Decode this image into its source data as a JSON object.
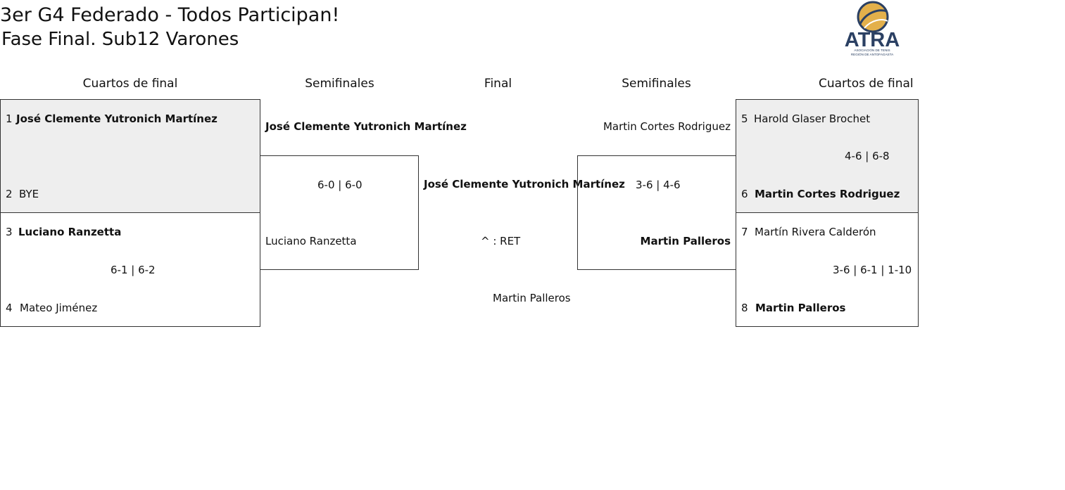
{
  "header": {
    "title": "3er G4 Federado - Todos Participan!",
    "subtitle": "Fase Final. Sub12 Varones"
  },
  "logo": {
    "text": "ATRA",
    "line1": "ASOCIACIÓN DE TENIS",
    "line2": "REGIÓN DE ANTOFAGASTA",
    "colors": {
      "navy": "#2b4063",
      "ball": "#e3b04b"
    }
  },
  "rounds": {
    "qf_left": "Cuartos de final",
    "sf_left": "Semifinales",
    "final": "Final",
    "sf_right": "Semifinales",
    "qf_right": "Cuartos de final"
  },
  "qf_left": {
    "m1": {
      "p1_seed": "1",
      "p1": "José Clemente Yutronich Martínez",
      "p2_seed": "2",
      "p2": "BYE",
      "score": ""
    },
    "m2": {
      "p1_seed": "3",
      "p1": "Luciano Ranzetta",
      "p2_seed": "4",
      "p2": "Mateo Jiménez",
      "score": "6-1 | 6-2"
    }
  },
  "sf_left": {
    "p1": "José Clemente Yutronich Martínez",
    "score": "6-0 | 6-0",
    "p2": "Luciano Ranzetta"
  },
  "final": {
    "p1": "José Clemente Yutronich Martínez",
    "score": "^ : RET",
    "p2": "Martin Palleros"
  },
  "sf_right": {
    "p1": "Martin Cortes Rodriguez",
    "score": "3-6 | 4-6",
    "p2": "Martin Palleros"
  },
  "qf_right": {
    "m1": {
      "p1_seed": "5",
      "p1": "Harold Glaser Brochet",
      "score": "4-6 | 6-8",
      "p2_seed": "6",
      "p2": "Martin Cortes Rodriguez"
    },
    "m2": {
      "p1_seed": "7",
      "p1": "Martín Rivera Calderón",
      "score": "3-6 | 6-1 | 1-10",
      "p2_seed": "8",
      "p2": "Martin Palleros"
    }
  }
}
